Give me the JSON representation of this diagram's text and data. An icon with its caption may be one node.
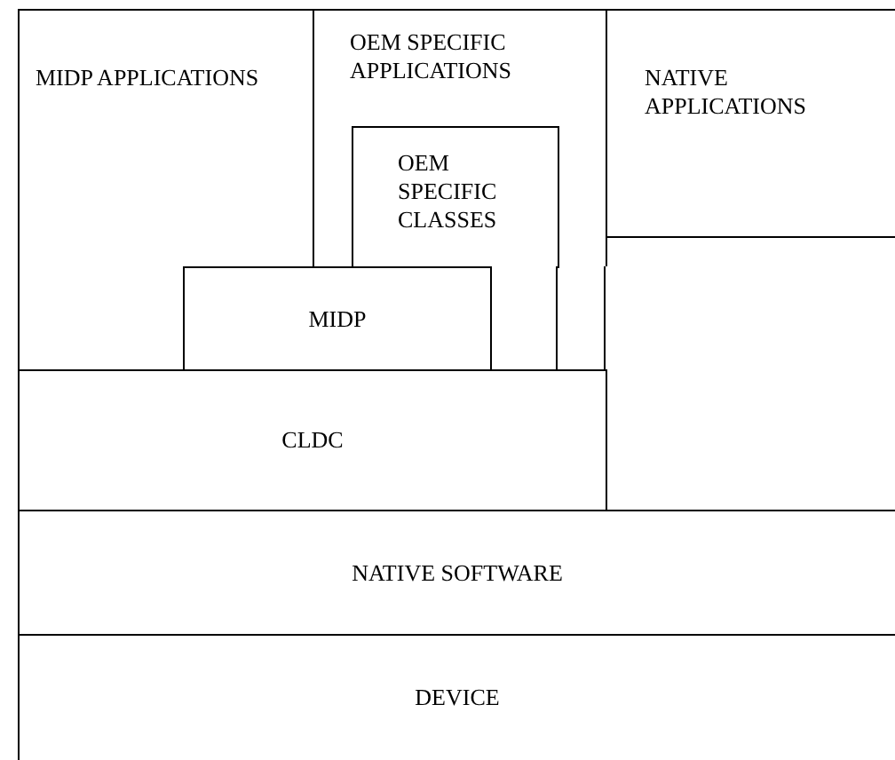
{
  "diagram": {
    "nodes": [
      {
        "text": [
          "MIDP APPLICATIONS"
        ]
      },
      {
        "text": [
          "OEM SPECIFIC APPLICATIONS"
        ]
      },
      {
        "text": [
          "OEM SPECIFIC CLASSES"
        ],
        "in": 1
      },
      {
        "text": [
          "NATIVE APPLICATIONS"
        ]
      },
      {
        "text": [
          "MIDP"
        ]
      },
      {
        "text": [
          "CLDC"
        ]
      },
      {
        "text": [
          "NATIVE SOFTWARE"
        ]
      },
      {
        "text": [
          "DEVICE"
        ]
      }
    ]
  }
}
